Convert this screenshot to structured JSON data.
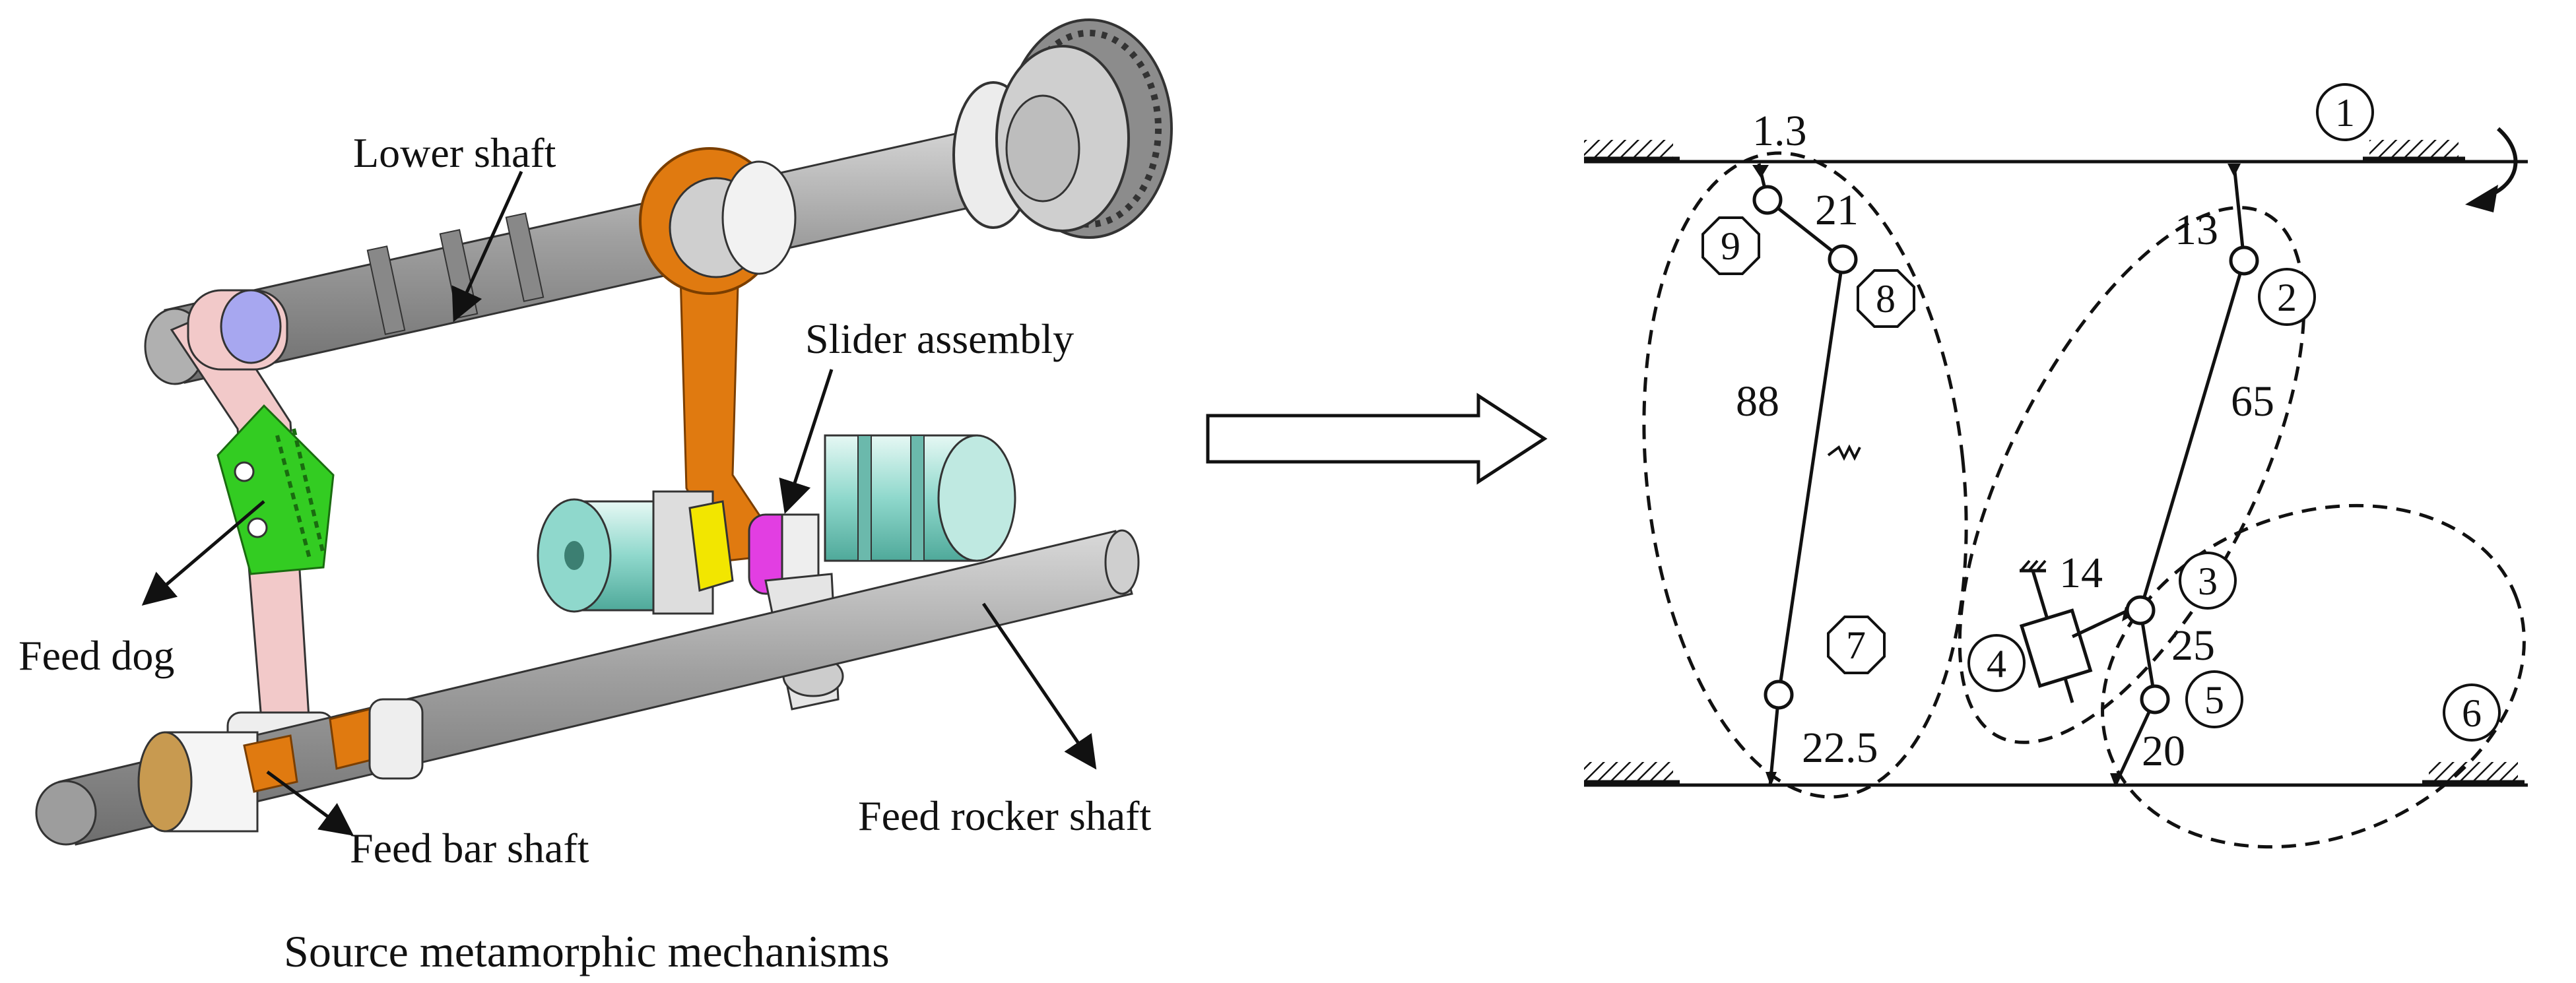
{
  "left_panel": {
    "labels": {
      "lower_shaft": "Lower shaft",
      "slider_assembly": "Slider assembly",
      "feed_dog": "Feed dog",
      "feed_bar_shaft": "Feed bar shaft",
      "feed_rocker_shaft": "Feed rocker shaft"
    },
    "caption": "Source metamorphic mechanisms",
    "colors": {
      "shaft": "#9a9a9a",
      "connecting_rod": "#e07a10",
      "feed_bar": "#f2c9c9",
      "feed_dog": "#33cc22",
      "slider": "#f2e600",
      "slider_block": "#e23ee2",
      "coupling": "#8fd8cc",
      "bearing": "#a7a7f0"
    }
  },
  "right_panel": {
    "links": {
      "l_1_3": "1.3",
      "l_21": "21",
      "l_13": "13",
      "l_88": "88",
      "l_65": "65",
      "l_14": "14",
      "l_25": "25",
      "l_22_5": "22.5",
      "l_20": "20"
    },
    "nodes": {
      "n1": "1",
      "n2": "2",
      "n3": "3",
      "n4": "4",
      "n5": "5",
      "n6": "6",
      "n7": "7",
      "n8": "8",
      "n9": "9"
    }
  }
}
